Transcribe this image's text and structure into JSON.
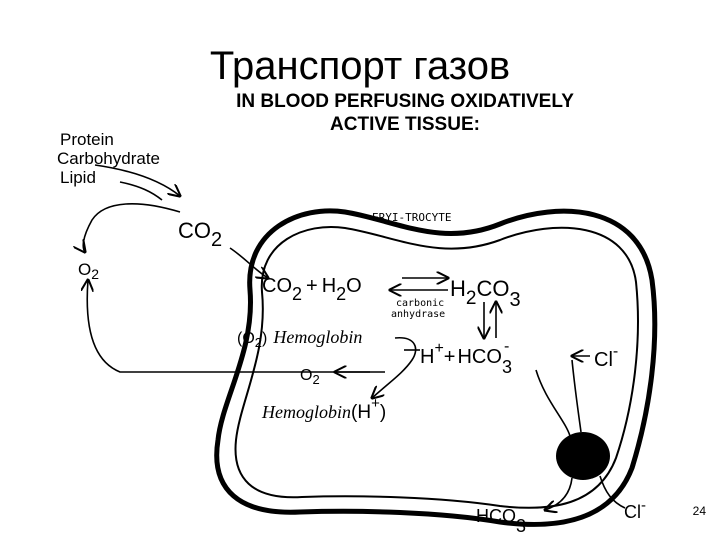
{
  "slide": {
    "title": "Транспорт газов",
    "header_line1": "IN BLOOD PERFUSING OXIDATIVELY",
    "header_line2": "ACTIVE TISSUE:",
    "page_number": "24"
  },
  "diagram": {
    "substrates": [
      "Protein",
      "Carbohydrate",
      "Lipid"
    ],
    "co2_main": "CO",
    "co2_sub": "2",
    "o2_left": "O",
    "o2_left_sub": "2",
    "cell_label": "ERYI-TROCYTE",
    "reaction_co2": "CO",
    "reaction_co2_sub": "2",
    "reaction_plus": "+",
    "reaction_h2o_h": "H",
    "reaction_h2o_sub": "2",
    "reaction_h2o_o": "O",
    "carbonic_acid_h": "H",
    "carbonic_acid_h_sub": "2",
    "carbonic_acid_co": "CO",
    "carbonic_acid_sub": "3",
    "enzyme_line1": "carbonic",
    "enzyme_line2": "anhydrase",
    "oxyhb_paren_open": "(O",
    "oxyhb_sub": "2",
    "oxyhb_paren_close": ")",
    "hemoglobin": "Hemoglobin",
    "h_ion": "H",
    "h_charge": "+",
    "bicarb_plus": "+",
    "bicarb": "HCO",
    "bicarb_sub": "3",
    "bicarb_charge": "-",
    "o2_released": "O",
    "o2_released_sub": "2",
    "hb_h_text": "Hemoglobin",
    "hb_h_paren": "(H",
    "hb_h_charge": "+",
    "hb_h_close": ")",
    "cl_in": "Cl",
    "cl_in_charge": "-",
    "bicarb_out": "HCO",
    "bicarb_out_sub": "3",
    "bicarb_out_charge": "-",
    "cl_out": "Cl",
    "cl_out_charge": "-"
  }
}
